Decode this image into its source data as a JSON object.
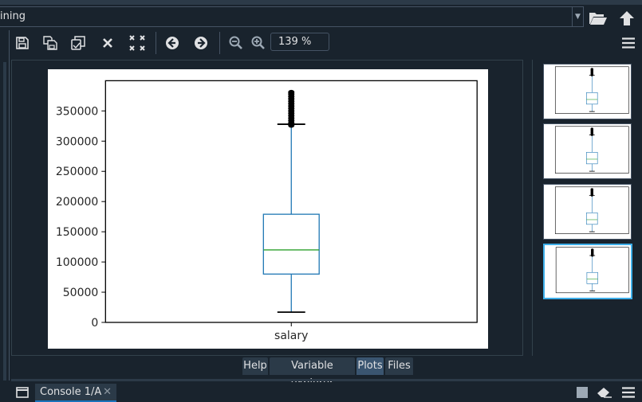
{
  "path": {
    "text": "ining"
  },
  "toolbar": {
    "zoom": "139 %"
  },
  "chart_data": {
    "type": "box",
    "title": "",
    "xlabel": "",
    "ylabel": "",
    "categories": [
      "salary"
    ],
    "ylim": [
      0,
      400000
    ],
    "yticks": [
      0,
      50000,
      100000,
      150000,
      200000,
      250000,
      300000,
      350000
    ],
    "ytick_labels": [
      "0",
      "50000",
      "100000",
      "150000",
      "200000",
      "250000",
      "300000",
      "350000"
    ],
    "box": {
      "whisker_low": 17000,
      "q1": 80000,
      "median": 120000,
      "q3": 179000,
      "whisker_high": 328000
    },
    "outliers": [
      326000,
      330000,
      334000,
      338000,
      342000,
      346000,
      350000,
      354000,
      358000,
      362000,
      366000,
      370000,
      374000,
      378000,
      381000
    ],
    "colors": {
      "box": "#1f77b4",
      "median": "#2ca02c",
      "outlier": "#000000"
    }
  },
  "tabs": {
    "help": "Help",
    "variable_explorer": "Variable explorer",
    "plots": "Plots",
    "files": "Files"
  },
  "console": {
    "tab_label": "Console 1/A"
  },
  "colors": {
    "background": "#19232d",
    "accent": "#3daee9",
    "border": "#455364"
  }
}
